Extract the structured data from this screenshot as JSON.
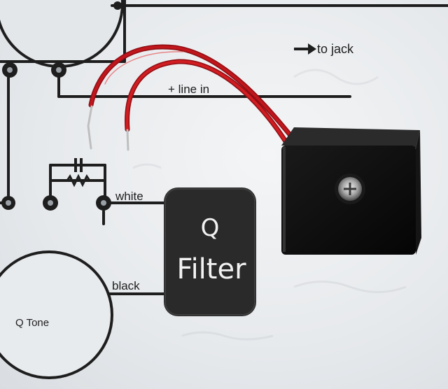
{
  "photo": {
    "subject": "Q Filter module with wiring diagram",
    "labels": {
      "to_jack": "to jack",
      "line_in": "+ line in",
      "white": "white",
      "black": "black",
      "q_tone": "Q Tone"
    },
    "module_label": {
      "line1": "Q",
      "line2": "Filter"
    },
    "colors": {
      "paper": "#eceef0",
      "ink": "#1e1e1e",
      "wire_red": "#c0161c",
      "module_black": "#0c0c0c",
      "label_bg": "#2a2a2a"
    },
    "icons": [
      "arrow-right-icon",
      "screw-icon",
      "capacitor-symbol",
      "resistor-symbol"
    ]
  }
}
